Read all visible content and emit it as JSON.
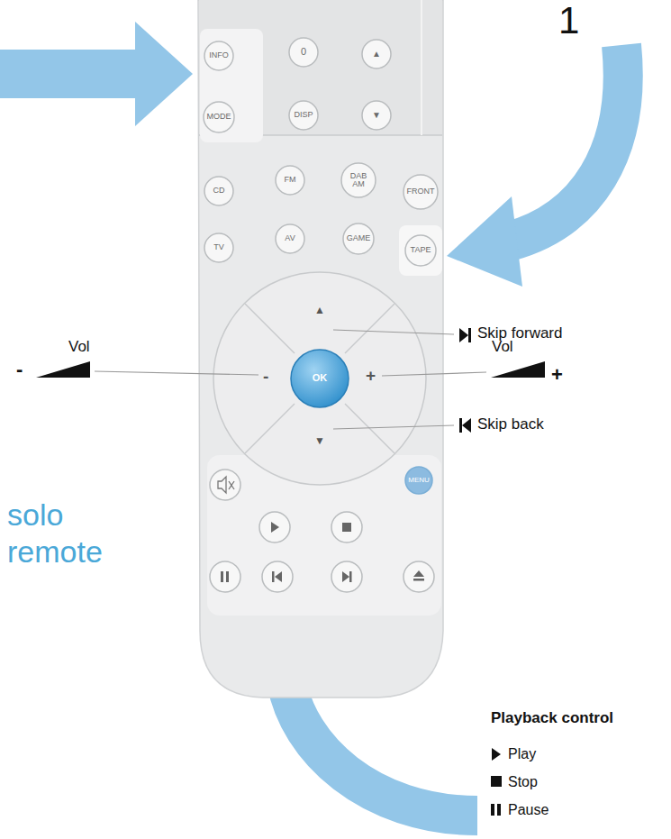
{
  "diagram": {
    "nodes": [
      {
        "text": [
          "INFO"
        ]
      },
      {
        "text": [
          "0"
        ]
      },
      {
        "text": [
          "▲"
        ]
      },
      {
        "text": [
          "MODE"
        ]
      },
      {
        "text": [
          "DISP"
        ]
      },
      {
        "text": [
          "▼"
        ]
      },
      {
        "text": [
          "CD"
        ]
      },
      {
        "text": [
          "FM"
        ]
      },
      {
        "text": [
          "DAB AM"
        ]
      },
      {
        "text": [
          "FRONT"
        ]
      },
      {
        "text": [
          "TV"
        ]
      },
      {
        "text": [
          "AV"
        ]
      },
      {
        "text": [
          "GAME"
        ]
      },
      {
        "text": [
          "TAPE"
        ]
      },
      {
        "text": [
          "OK"
        ]
      },
      {
        "text": [
          "MENU"
        ]
      }
    ],
    "labels": [
      "1",
      "Skip forward",
      "Vol",
      "-",
      "Vol",
      "+",
      "Skip back",
      "▲",
      "-",
      "+",
      "▼",
      "solo",
      "remote",
      "Playback control",
      "Play",
      "Stop",
      "Pause"
    ]
  }
}
